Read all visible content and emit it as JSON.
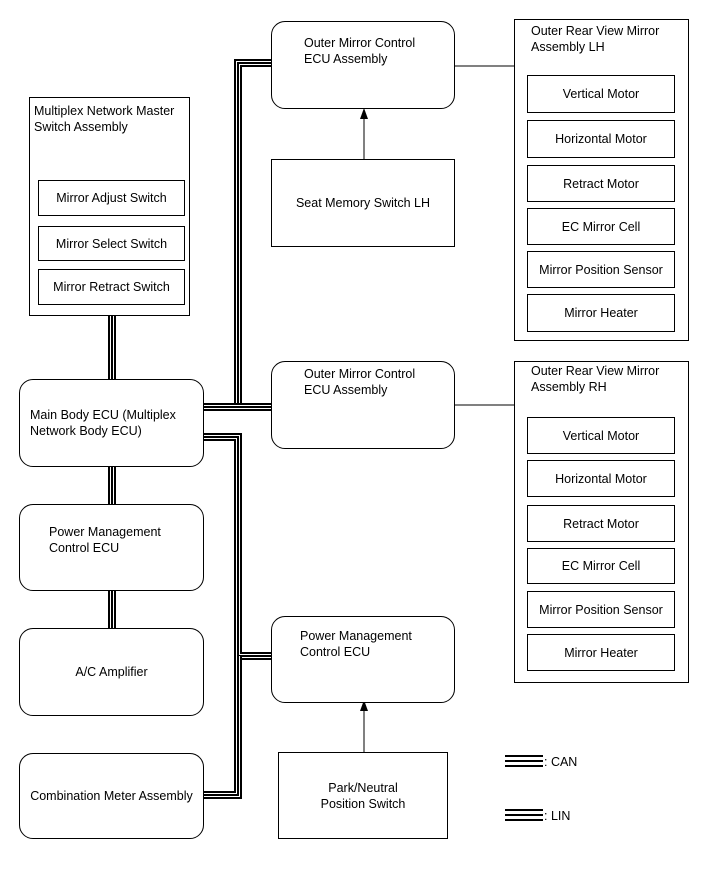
{
  "master_switch": {
    "title_l1": "Multiplex Network Master",
    "title_l2": "Switch Assembly",
    "items": [
      "Mirror Adjust Switch",
      "Mirror Select Switch",
      "Mirror Retract Switch"
    ]
  },
  "main_body_ecu": {
    "l1": "Main Body ECU (Multiplex",
    "l2": "Network Body ECU)"
  },
  "power_mgmt_left": {
    "l1": "Power Management",
    "l2": "Control ECU"
  },
  "ac_amplifier": {
    "label": "A/C Amplifier"
  },
  "combination_meter": {
    "label": "Combination Meter Assembly"
  },
  "outer_mirror_ecu_lh": {
    "l1": "Outer Mirror Control",
    "l2": "ECU Assembly"
  },
  "seat_memory_switch": {
    "label": "Seat Memory Switch LH"
  },
  "outer_mirror_ecu_rh": {
    "l1": "Outer Mirror Control",
    "l2": "ECU Assembly"
  },
  "power_mgmt_right": {
    "l1": "Power Management",
    "l2": "Control ECU"
  },
  "park_neutral_switch": {
    "l1": "Park/Neutral",
    "l2": "Position Switch"
  },
  "rear_mirror_lh": {
    "title_l1": "Outer Rear View Mirror",
    "title_l2": "Assembly LH",
    "items": [
      "Vertical Motor",
      "Horizontal Motor",
      "Retract Motor",
      "EC Mirror Cell",
      "Mirror Position Sensor",
      "Mirror Heater"
    ]
  },
  "rear_mirror_rh": {
    "title_l1": "Outer Rear View Mirror",
    "title_l2": "Assembly RH",
    "items": [
      "Vertical Motor",
      "Horizontal Motor",
      "Retract Motor",
      "EC Mirror Cell",
      "Mirror Position Sensor",
      "Mirror Heater"
    ]
  },
  "legend": {
    "can": ": CAN",
    "lin": ": LIN"
  }
}
